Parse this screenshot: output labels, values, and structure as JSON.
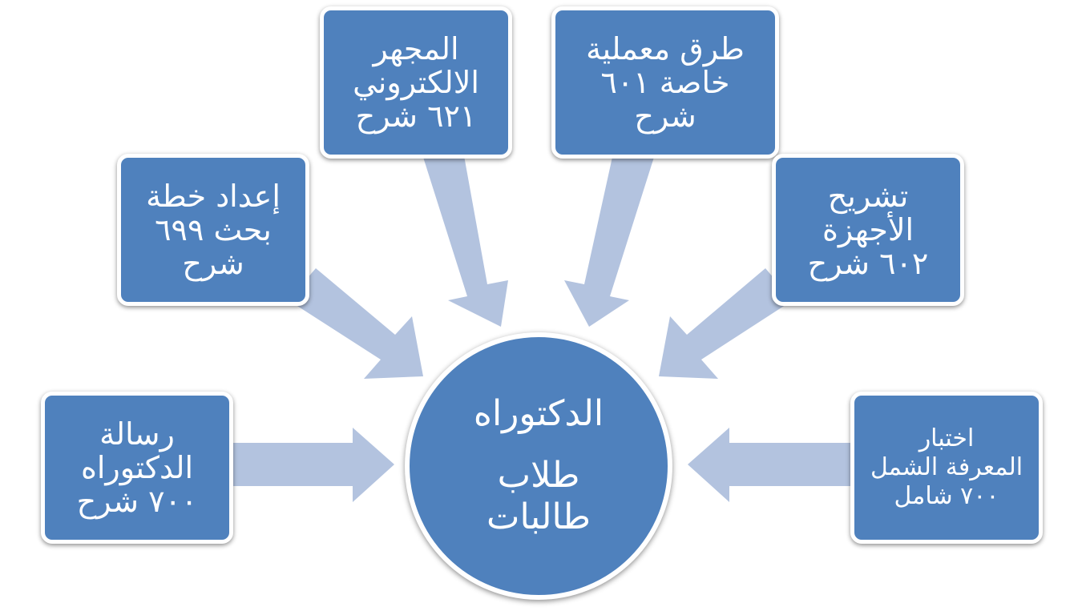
{
  "colors": {
    "box_fill": "#4f81bd",
    "arrow_fill": "#b3c3df",
    "border": "#ffffff"
  },
  "center": {
    "title": "الدكتوراه",
    "lines": [
      "طلاب",
      "طالبات"
    ]
  },
  "nodes": [
    {
      "id": "thesis",
      "lines": [
        "رسالة",
        "الدكتوراه",
        "٧٠٠ شرح"
      ]
    },
    {
      "id": "research-plan",
      "lines": [
        "إعداد خطة",
        "بحث ٦٩٩",
        "شرح"
      ]
    },
    {
      "id": "electron-microscope",
      "lines": [
        "المجهر",
        "الالكتروني",
        "٦٢١ شرح"
      ]
    },
    {
      "id": "lab-methods",
      "lines": [
        "طرق معملية",
        "خاصة ٦٠١",
        "شرح"
      ]
    },
    {
      "id": "systems-anatomy",
      "lines": [
        "تشريح",
        "الأجهزة",
        "٦٠٢ شرح"
      ]
    },
    {
      "id": "comprehensive-exam",
      "lines": [
        "اختبار",
        "المعرفة الشمل",
        "٧٠٠ شامل"
      ]
    }
  ]
}
